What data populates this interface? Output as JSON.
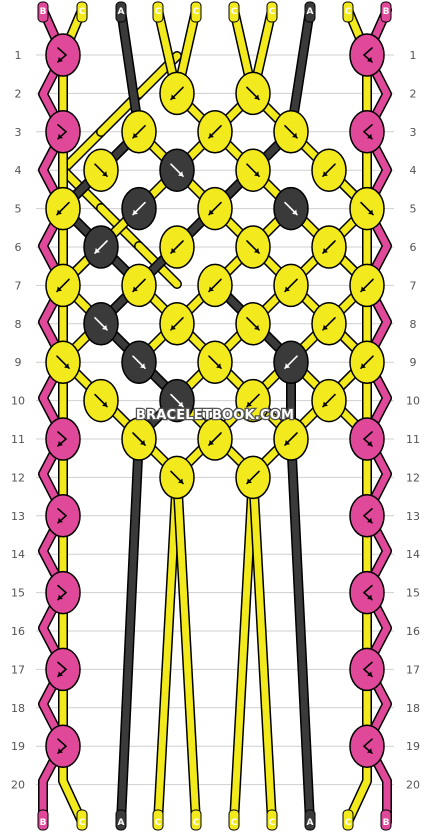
{
  "watermark": "BRACELETBOOK.COM",
  "colors": {
    "A": "#3a3a3a",
    "B": "#e0489a",
    "C": "#f2ea1c"
  },
  "strands": [
    "B",
    "C",
    "A",
    "C",
    "C",
    "C",
    "C",
    "A",
    "C",
    "B"
  ],
  "row_labels": [
    "1",
    "2",
    "3",
    "4",
    "5",
    "6",
    "7",
    "8",
    "9",
    "10",
    "11",
    "12",
    "13",
    "14",
    "15",
    "16",
    "17",
    "18",
    "19",
    "20"
  ],
  "knots": [
    {
      "row": 1,
      "col": 0,
      "color": "B",
      "dir": "fb"
    },
    {
      "row": 1,
      "col": 8,
      "color": "B",
      "dir": "bf"
    },
    {
      "row": 2,
      "col": 3,
      "color": "C",
      "dir": "b"
    },
    {
      "row": 2,
      "col": 5,
      "color": "C",
      "dir": "f"
    },
    {
      "row": 3,
      "col": 0,
      "color": "B",
      "dir": "fb"
    },
    {
      "row": 3,
      "col": 2,
      "color": "C",
      "dir": "b"
    },
    {
      "row": 3,
      "col": 4,
      "color": "C",
      "dir": "b"
    },
    {
      "row": 3,
      "col": 6,
      "color": "C",
      "dir": "f"
    },
    {
      "row": 3,
      "col": 8,
      "color": "B",
      "dir": "bf"
    },
    {
      "row": 4,
      "col": 1,
      "color": "C",
      "dir": "f"
    },
    {
      "row": 4,
      "col": 3,
      "color": "A",
      "dir": "f"
    },
    {
      "row": 4,
      "col": 5,
      "color": "C",
      "dir": "f"
    },
    {
      "row": 4,
      "col": 7,
      "color": "C",
      "dir": "b"
    },
    {
      "row": 5,
      "col": 0,
      "color": "C",
      "dir": "b"
    },
    {
      "row": 5,
      "col": 2,
      "color": "A",
      "dir": "b"
    },
    {
      "row": 5,
      "col": 4,
      "color": "C",
      "dir": "b"
    },
    {
      "row": 5,
      "col": 6,
      "color": "A",
      "dir": "f"
    },
    {
      "row": 5,
      "col": 8,
      "color": "C",
      "dir": "f"
    },
    {
      "row": 6,
      "col": 1,
      "color": "A",
      "dir": "b"
    },
    {
      "row": 6,
      "col": 3,
      "color": "C",
      "dir": "b"
    },
    {
      "row": 6,
      "col": 5,
      "color": "C",
      "dir": "f"
    },
    {
      "row": 6,
      "col": 7,
      "color": "C",
      "dir": "b"
    },
    {
      "row": 7,
      "col": 0,
      "color": "C",
      "dir": "b"
    },
    {
      "row": 7,
      "col": 2,
      "color": "C",
      "dir": "b"
    },
    {
      "row": 7,
      "col": 4,
      "color": "C",
      "dir": "b"
    },
    {
      "row": 7,
      "col": 6,
      "color": "C",
      "dir": "b"
    },
    {
      "row": 7,
      "col": 8,
      "color": "C",
      "dir": "b"
    },
    {
      "row": 8,
      "col": 1,
      "color": "A",
      "dir": "f"
    },
    {
      "row": 8,
      "col": 3,
      "color": "C",
      "dir": "b"
    },
    {
      "row": 8,
      "col": 5,
      "color": "C",
      "dir": "f"
    },
    {
      "row": 8,
      "col": 7,
      "color": "C",
      "dir": "b"
    },
    {
      "row": 9,
      "col": 0,
      "color": "C",
      "dir": "f"
    },
    {
      "row": 9,
      "col": 2,
      "color": "A",
      "dir": "f"
    },
    {
      "row": 9,
      "col": 4,
      "color": "C",
      "dir": "f"
    },
    {
      "row": 9,
      "col": 6,
      "color": "A",
      "dir": "b"
    },
    {
      "row": 9,
      "col": 8,
      "color": "C",
      "dir": "b"
    },
    {
      "row": 10,
      "col": 1,
      "color": "C",
      "dir": "f"
    },
    {
      "row": 10,
      "col": 3,
      "color": "A",
      "dir": "f"
    },
    {
      "row": 10,
      "col": 5,
      "color": "C",
      "dir": "b"
    },
    {
      "row": 10,
      "col": 7,
      "color": "C",
      "dir": "b"
    },
    {
      "row": 11,
      "col": 0,
      "color": "B",
      "dir": "fb"
    },
    {
      "row": 11,
      "col": 2,
      "color": "C",
      "dir": "f"
    },
    {
      "row": 11,
      "col": 4,
      "color": "C",
      "dir": "b"
    },
    {
      "row": 11,
      "col": 6,
      "color": "C",
      "dir": "b"
    },
    {
      "row": 11,
      "col": 8,
      "color": "B",
      "dir": "bf"
    },
    {
      "row": 12,
      "col": 3,
      "color": "C",
      "dir": "f"
    },
    {
      "row": 12,
      "col": 5,
      "color": "C",
      "dir": "b"
    },
    {
      "row": 13,
      "col": 0,
      "color": "B",
      "dir": "fb"
    },
    {
      "row": 13,
      "col": 8,
      "color": "B",
      "dir": "bf"
    },
    {
      "row": 15,
      "col": 0,
      "color": "B",
      "dir": "fb"
    },
    {
      "row": 15,
      "col": 8,
      "color": "B",
      "dir": "bf"
    },
    {
      "row": 17,
      "col": 0,
      "color": "B",
      "dir": "fb"
    },
    {
      "row": 17,
      "col": 8,
      "color": "B",
      "dir": "bf"
    },
    {
      "row": 19,
      "col": 0,
      "color": "B",
      "dir": "fb"
    },
    {
      "row": 19,
      "col": 8,
      "color": "B",
      "dir": "bf"
    }
  ]
}
